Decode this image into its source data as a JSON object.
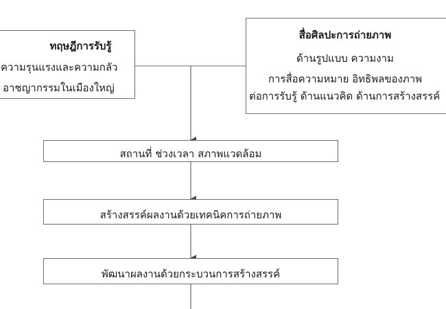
{
  "theory_box": {
    "title": "ทฤษฎีการรับรู้",
    "line1": "ความรุนแรงและความกลัว",
    "line2": "อาชญากรรมในเมืองใหญ่"
  },
  "media_box": {
    "title": "สื่อศิลปะการถ่ายภาพ",
    "line1": "ด้านรูปแบบ ความงาม",
    "line2": "การสื่อความหมาย อิทธิพลของภาพ",
    "line3": "ต่อการรับรู้ ด้านแนวคิด ด้านการสร้างสรรค์"
  },
  "flow": {
    "step1": "สถานที่ ช่วงเวลา สภาพแวดล้อม",
    "step2": "สร้างสรรค์ผลงานด้วยเทคนิคการถ่ายภาพ",
    "step3": "พัฒนาผลงานด้วยกระบวนการสร้างสรรค์"
  }
}
